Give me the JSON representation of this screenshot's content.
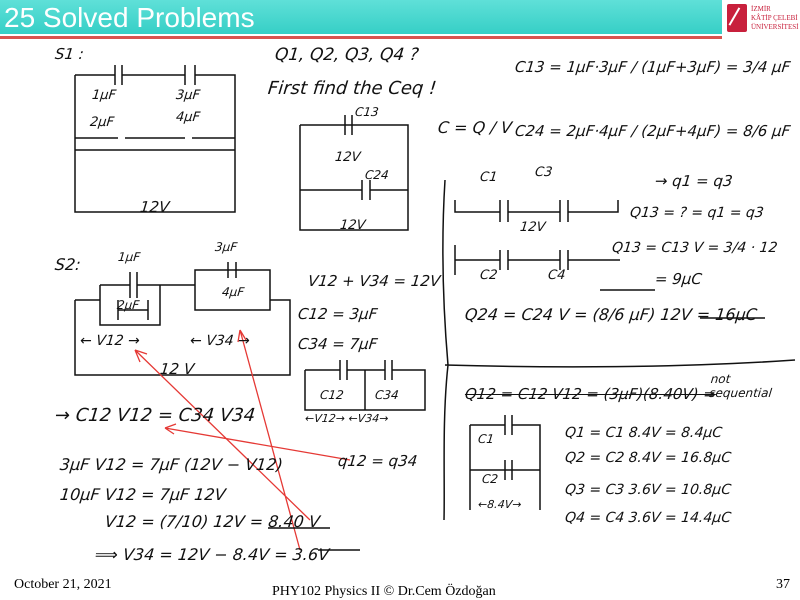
{
  "header": {
    "title": "25 Solved Problems",
    "logo_text": [
      "İZMİR",
      "KÂTİP ÇELEBİ",
      "ÜNİVERSİTESİ"
    ]
  },
  "notes": {
    "s1": "S1 :",
    "c1a": "1μF",
    "c3a": "3μF",
    "c2a": "2μF",
    "c4a": "4μF",
    "v12a": "12V",
    "q": "Q1, Q2, Q3, Q4 ?",
    "first": "First find the Ceq !",
    "c13l": "C13",
    "v12b": "12V",
    "c24l": "C24",
    "v12c": "12V",
    "cqv": "C = Q / V",
    "c13": "C13 = 1μF·3μF / (1μF+3μF) = 3/4 μF",
    "c24": "C24 = 2μF·4μF / (2μF+4μF) = 8/6 μF",
    "q1q3": "→ q1 = q3",
    "c1b": "C1",
    "c3b": "C3",
    "v12d": "12V",
    "c2b": "C2",
    "c4b": "C4",
    "q13a": "Q13 = ? = q1 = q3",
    "q13b": "Q13 = C13 V = 3/4 · 12",
    "q13c": "= 9μC",
    "q24": "Q24 = C24 V = (8/6 μF) 12V = 16μC",
    "s2": "S2:",
    "c1c": "1μF",
    "c3c": "3μF",
    "c2c": "2μF",
    "c4c": "4μF",
    "v12e": "← V12 →",
    "v34": "← V34 →",
    "v12f": "12 V",
    "sum": "V12 + V34 = 12V",
    "c12": "C12 = 3μF",
    "c34": "C34 = 7μF",
    "c12b": "C12",
    "c34b": "C34",
    "vv": "←V12→ ←V34→",
    "eq1": "→ C12 V12 = C34 V34",
    "eq2": "3μF V12 = 7μF (12V − V12)",
    "eq3": "10μF V12 = 7μF 12V",
    "eq4": "V12 = (7/10) 12V = 8.40 V",
    "eq5": "⟹ V34 = 12V − 8.4V = 3.6V",
    "q12q34": "q12 = q34",
    "wrong": "Q12 = C12 V12 = (3μF)(8.40V) =",
    "note": "not sequential",
    "r1": "Q1 = C1 8.4V = 8.4μC",
    "r2": "Q2 = C2 8.4V = 16.8μC",
    "r3": "Q3 = C3 3.6V = 10.8μC",
    "r4": "Q4 = C4 3.6V = 14.4μC",
    "c1d": "C1",
    "c2d": "C2",
    "v84": "←8.4V→"
  },
  "footer": {
    "date": "October 21, 2021",
    "course": "PHY102 Physics II © Dr.Cem Özdoğan",
    "page": "37"
  },
  "colors": {
    "header": "#36cfc6",
    "rule": "#d9534f",
    "arrows": "#e53935"
  }
}
